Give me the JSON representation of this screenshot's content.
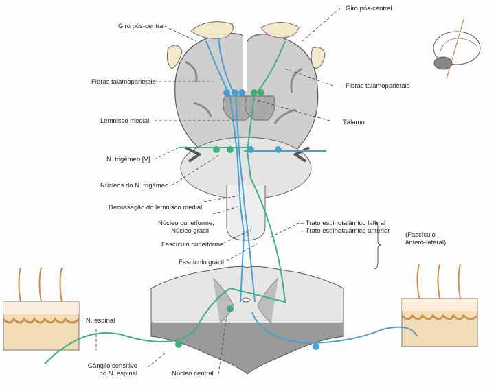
{
  "colors": {
    "blue_pathway": "#4a9fd0",
    "green_pathway": "#3fb07a",
    "brain_gray": "#c9c9c9",
    "brain_dark": "#9a9a9a",
    "skin_tan": "#e9c89a",
    "skin_dark": "#c98f4f"
  },
  "labels": {
    "giro_pos_central_left": "Giro pós-central",
    "giro_pos_central_right": "Giro pós-central",
    "fibras_left": "Fibras talamoparietais",
    "fibras_right": "Fibras talamoparietais",
    "lemnisco_medial": "Lemnisco medial",
    "talamo": "Tálamo",
    "n_trigemeo": "N. trigêmeo [V]",
    "nucleos_trigemeo": "Núcleos do N. trigêmeo",
    "decussacao": "Decussação do lemnisco medial",
    "nucleo_cuneiforme": "Núcleo cuneiforme;",
    "nucleo_gracil": "Núcleo grácil",
    "fasciculo_cuneiforme": "Fascículo cuneiforme",
    "fasciculo_gracil": "Fascículo grácil",
    "trato_lateral": "– Trato espinotalâmico lateral",
    "trato_anterior": "– Trato espinotalâmico anterior",
    "fasciculo_antero_1": "(Fascículo",
    "fasciculo_antero_2": "ântero-lateral)",
    "n_espinal": "N. espinal",
    "ganglio_1": "Gânglio sensitivo",
    "ganglio_2": "do N. espinal",
    "nucleo_central": "Núcleo central"
  }
}
